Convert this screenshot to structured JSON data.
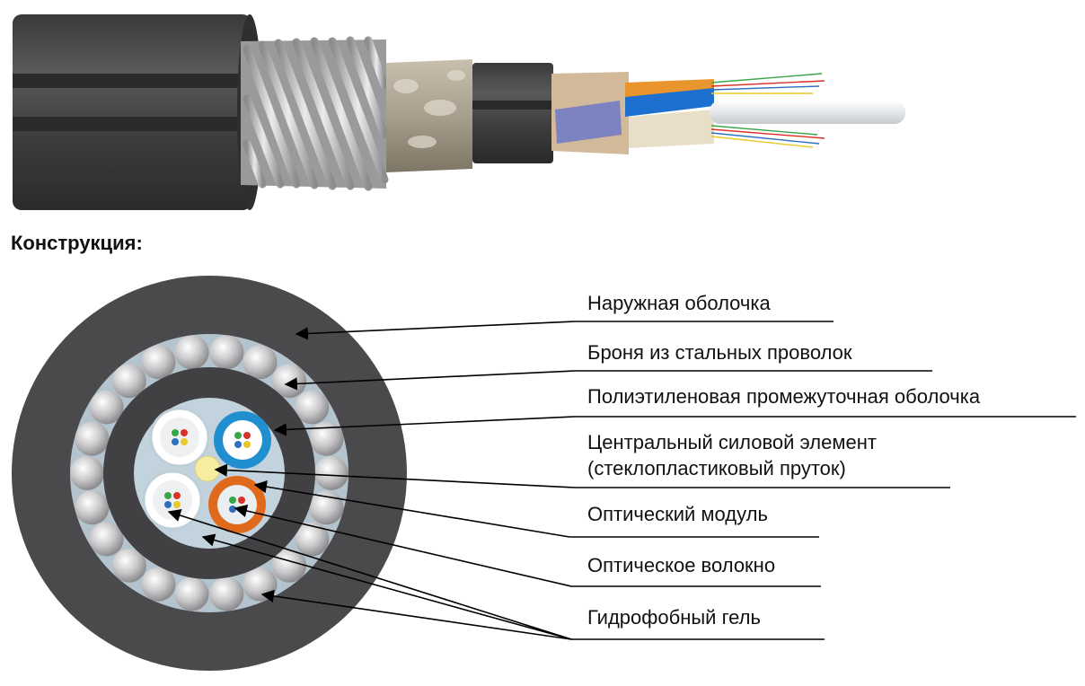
{
  "heading": "Конструкция:",
  "labels": {
    "outer_sheath": "Наружная оболочка",
    "armor": "Броня из стальных проволок",
    "intermediate_sheath": "Полиэтиленовая промежуточная оболочка",
    "central_member_line1": "Центральный силовой элемент",
    "central_member_line2": "(стеклопластиковый пруток)",
    "optical_module": "Оптический модуль",
    "optical_fiber": "Оптическое волокно",
    "gel": "Гидрофобный гель"
  },
  "colors": {
    "sheath": "#4a4a4c",
    "armor_gap": "#b4c4cf",
    "core_fill": "#c3d3de",
    "module_blue": "#1f8fd0",
    "module_orange": "#e06a1c",
    "central_member": "#f6eda0",
    "fiber_green": "#3aa64a",
    "fiber_red": "#d9302a",
    "fiber_blue": "#2f6fc0",
    "fiber_yellow": "#e8c82a"
  }
}
